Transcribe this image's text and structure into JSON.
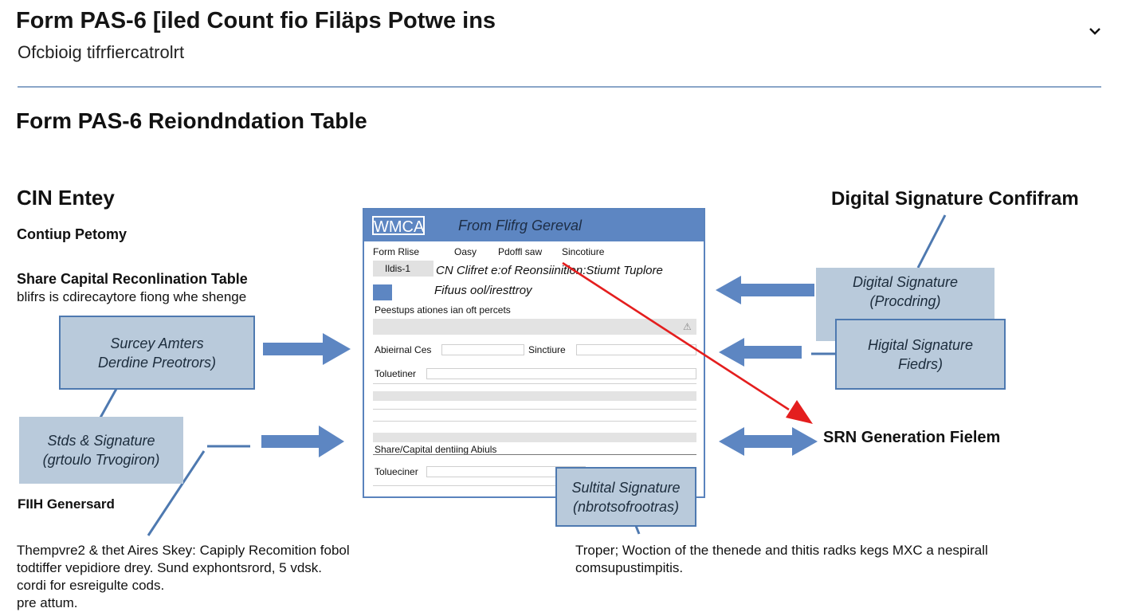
{
  "header": {
    "title": "Form PAS-6 [iled Count fio Filäps Potwe ins",
    "subtitle": "Ofcbioig tifrfiercatrolrt"
  },
  "section_title": "Form PAS-6 Reiondndation Table",
  "left": {
    "cin_entry": "CIN Entey",
    "company_label": "Contiup Petomy",
    "share_capital_title": "Share Capital Reconlination Table",
    "share_capital_desc": "blifrs is cdirecaytore fiong whe shenge",
    "callout1": {
      "line1": "Surcey Amters",
      "line2": "Derdine Preotrors)"
    },
    "callout2": {
      "line1": "Stds & Signature",
      "line2": "(grtoulo Trvogiron)"
    },
    "fih_label": "FIIH Genersard",
    "note": {
      "line1": "Thempvre2 & thet Aires Skey: Capiply Recomition fobol",
      "line2": "todtiffer vepidiore drey. Sund exphontsrord, 5 vdsk.",
      "line3": "cordi for esreigulte cods.",
      "line4": "pre attum."
    }
  },
  "form": {
    "badge": "WMCA",
    "title": "From Flifrg Gereval",
    "row1": {
      "col1": "Form Rlise",
      "col2": "Oasy",
      "col3": "Pdoffl saw",
      "col4": "Sincotiure"
    },
    "input1": "Ildis-1",
    "cin_text": "CN Clifret e:of Reonsiinition:Stiumt Tuplore",
    "status_text": "Fifuus ool/iresttroy",
    "prestups": "Peestups ationes ian oft percets",
    "warning_icon": "⚠",
    "row_additional": {
      "label": "Abieirnal Ces",
      "label2": "Sinctiure"
    },
    "toluetiner1": "Toluetiner",
    "share_capital_row": "Share/Capital dentiing Abiuls",
    "toluetiner2": "Tolueciner"
  },
  "right": {
    "ds_title": "Digital Signature Confifram",
    "callout3": {
      "line1": "Digital Signature",
      "line2": "(Procdring)"
    },
    "callout4": {
      "line1": "Higital Signature",
      "line2": "Fiedrs)"
    },
    "srn_label": "SRN Generation Fielem",
    "callout5": {
      "line1": "Sultital Signature",
      "line2": "(nbrotsofrootras)"
    },
    "note": {
      "line1": "Troper; Woction of the thenede and thitis radks kegs MXC a nespirall",
      "line2": "comsupustimpitis."
    }
  },
  "colors": {
    "accent_blue": "#5d86c2",
    "callout_fill": "#b9cadb",
    "callout_border": "#4e79b0",
    "red_arrow": "#e41e1e",
    "rule": "#8aa6c8"
  },
  "icons": {
    "chevron": "chevron-down-icon",
    "warning": "warning-icon"
  }
}
